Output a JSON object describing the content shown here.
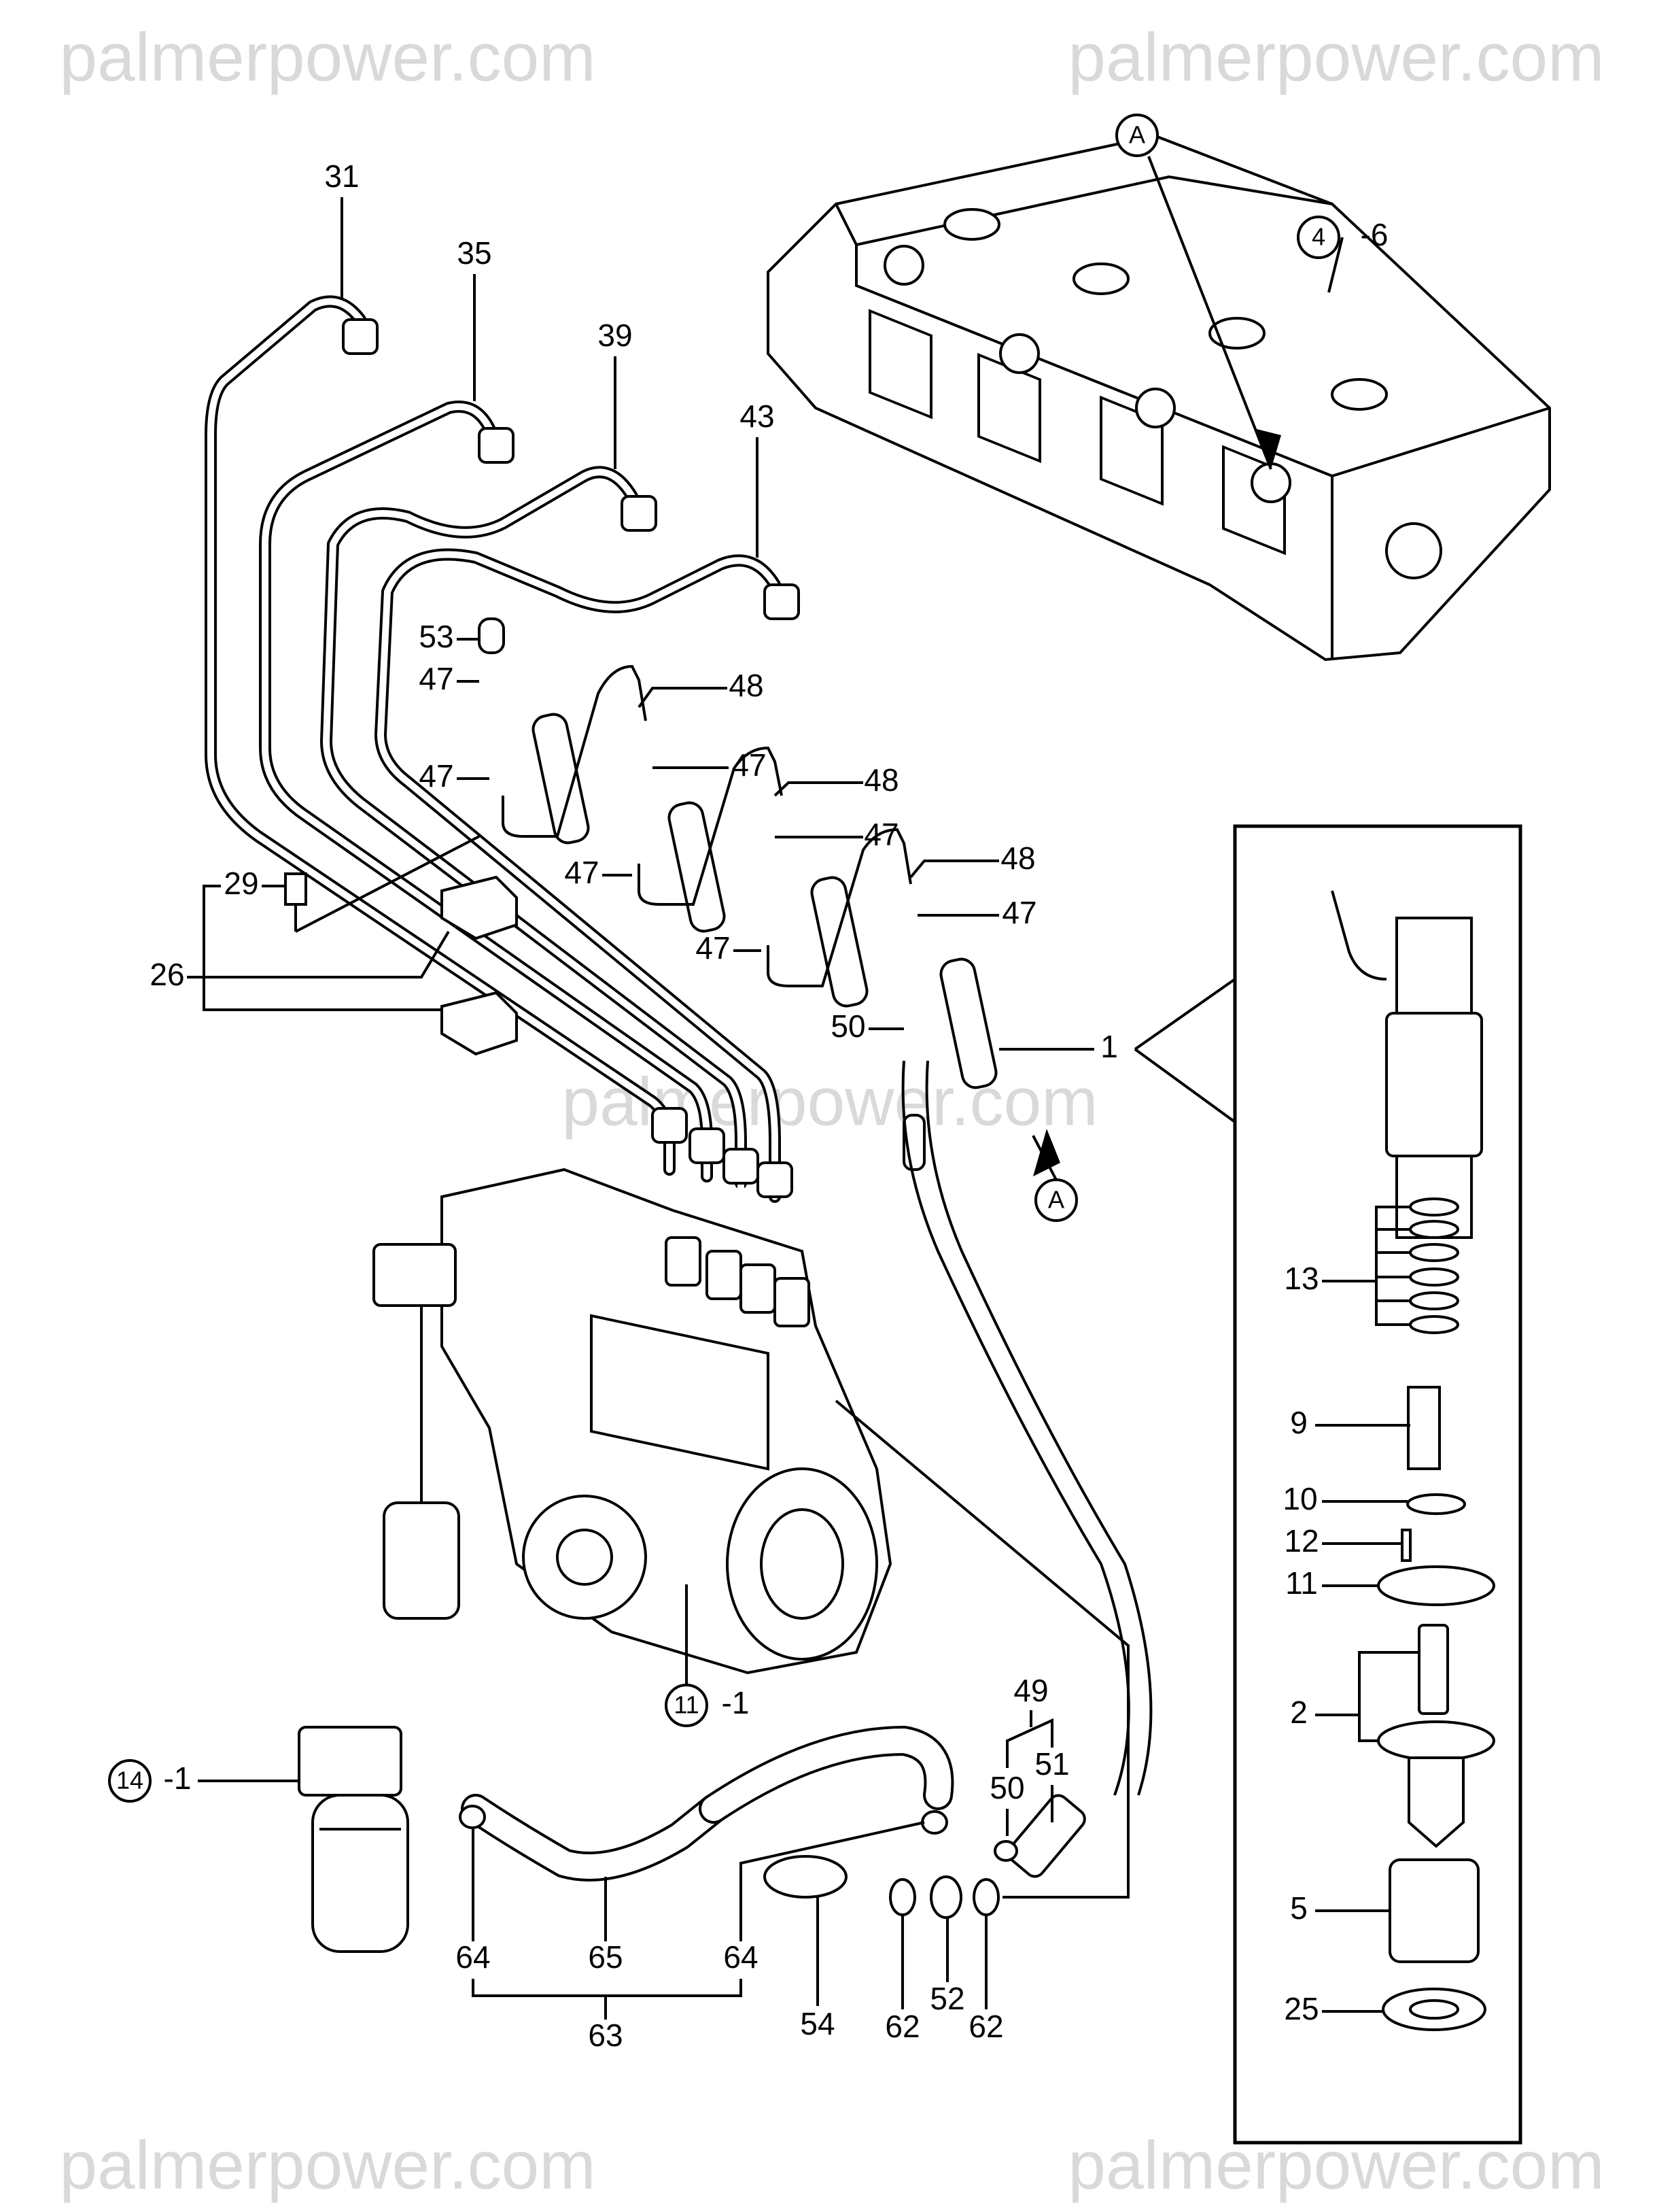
{
  "watermark": "palmerpower.com",
  "callouts": {
    "pipe_31": "31",
    "pipe_35": "35",
    "pipe_39": "39",
    "pipe_43": "43",
    "ref_a_top": "A",
    "ref_4": "4",
    "ref_4_suffix": "-6",
    "p53": "53",
    "p47a": "47",
    "p48a": "48",
    "p47b": "47",
    "p47c": "47",
    "p48b": "48",
    "p47d": "47",
    "p47e": "47",
    "p48c": "48",
    "p47f": "47",
    "p47g": "47",
    "p29": "29",
    "p26": "26",
    "p50a": "50",
    "p1": "1",
    "ref_a_bottom": "A",
    "p13": "13",
    "p9": "9",
    "p10": "10",
    "p12": "12",
    "p11": "11",
    "p2": "2",
    "p5": "5",
    "p25": "25",
    "ref_11": "11",
    "ref_11_suffix": "-1",
    "ref_14": "14",
    "ref_14_suffix": "-1",
    "p49": "49",
    "p50b": "50",
    "p51": "51",
    "p64a": "64",
    "p65": "65",
    "p64b": "64",
    "p63": "63",
    "p54": "54",
    "p62a": "62",
    "p52": "52",
    "p62b": "62"
  },
  "colors": {
    "line": "#000000",
    "watermark": "#d9d9d9",
    "background": "#ffffff"
  }
}
